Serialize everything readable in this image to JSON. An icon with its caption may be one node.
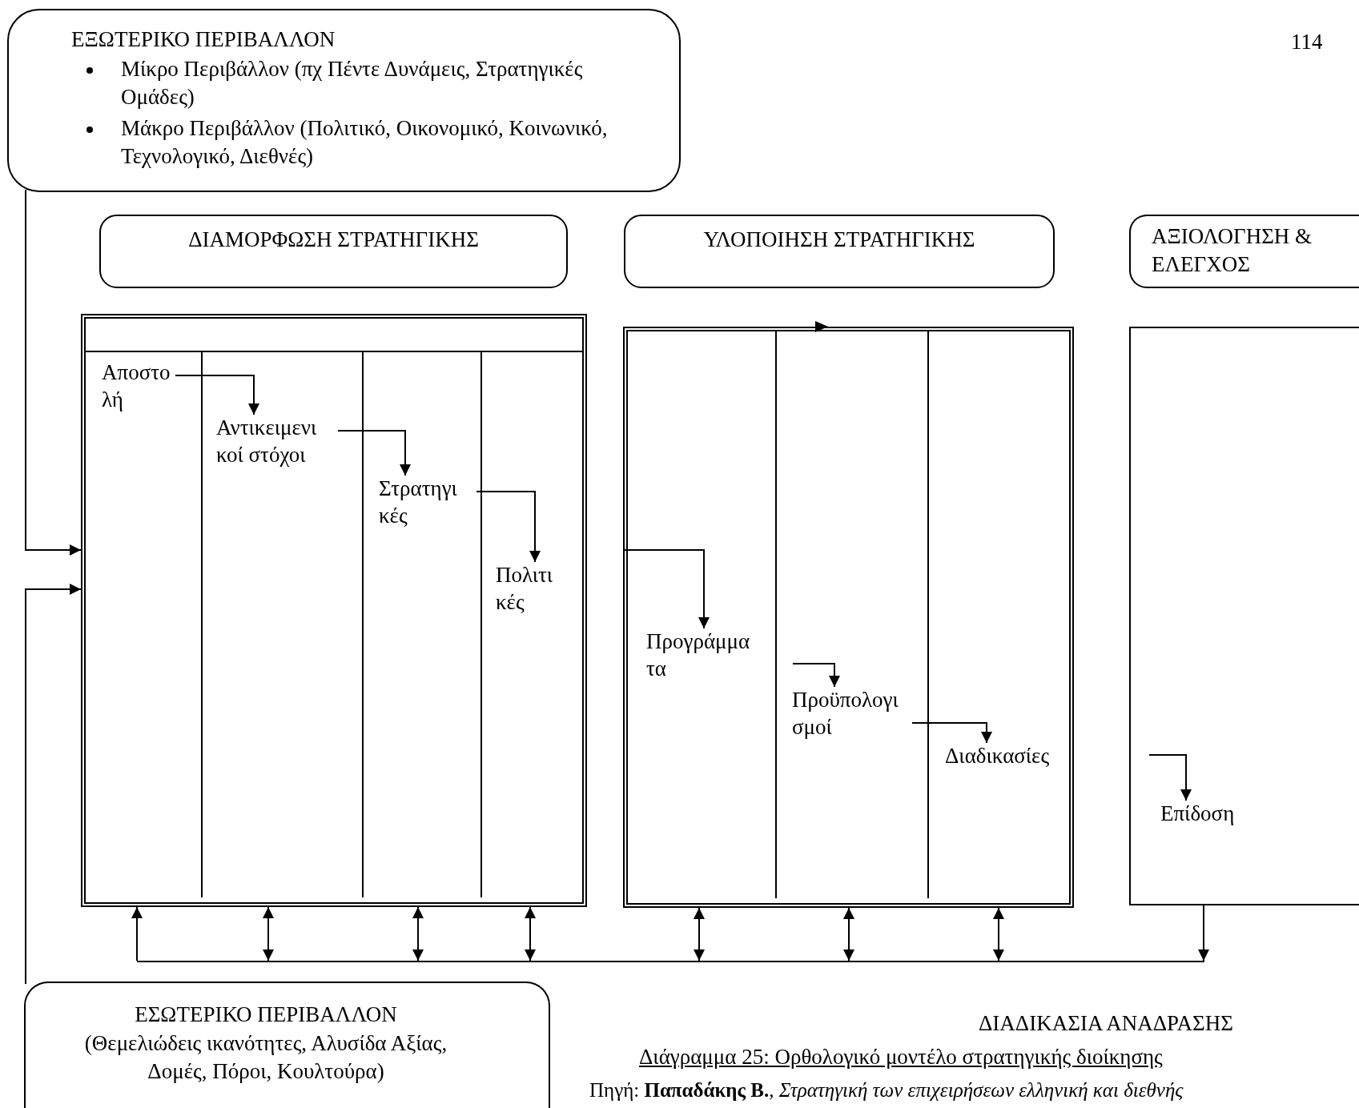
{
  "diagram": {
    "caption": "Διάγραμμα 25: Ορθολογικό μοντέλο στρατηγικής διοίκησης",
    "nodes": [
      {
        "text": [
          "ΕΞΩΤΕΡΙΚΟ ΠΕΡΙΒΑΛΛΟΝ",
          "Μίκρο Περιβάλλον (πχ Πέντε Δυνάμεις, Στρατηγικές Ομάδες)",
          "Μάκρο Περιβάλλον (Πολιτικό, Οικονομικό, Κοινωνικό, Τεχνολογικό, Διεθνές)"
        ]
      },
      {
        "text": [
          "ΔΙΑΜΟΡΦΩΣΗ ΣΤΡΑΤΗΓΙΚΗΣ"
        ]
      },
      {
        "text": [
          "ΥΛΟΠΟΙΗΣΗ ΣΤΡΑΤΗΓΙΚΗΣ"
        ]
      },
      {
        "text": [
          "ΑΞΙΟΛΟΓΗΣΗ & ΕΛΕΓΧΟΣ"
        ]
      },
      {
        "text": [],
        "shape": "box"
      },
      {
        "text": [
          "Αποστο λή"
        ],
        "in": 4
      },
      {
        "text": [
          "Αντικειμενι κοί στόχοι"
        ],
        "in": 4
      },
      {
        "text": [
          "Στρατηγι κές"
        ],
        "in": 4
      },
      {
        "text": [
          "Πολιτι κές"
        ],
        "in": 4
      },
      {
        "text": [],
        "shape": "box"
      },
      {
        "text": [
          "Προγράμμα τα"
        ],
        "in": 9
      },
      {
        "text": [
          "Προϋπολογι σμοί"
        ],
        "in": 9
      },
      {
        "text": [
          "Διαδικασίες"
        ],
        "in": 9
      },
      {
        "text": [],
        "shape": "box"
      },
      {
        "text": [
          "Επίδοση"
        ],
        "in": 13
      },
      {
        "text": [
          "ΕΣΩΤΕΡΙΚΟ ΠΕΡΙΒΑΛΛΟΝ",
          "(Θεμελιώδεις ικανότητες, Αλυσίδα Αξίας, Δομές, Πόροι, Κουλτούρα)"
        ]
      },
      {
        "text": [],
        "shape": "bar"
      }
    ],
    "edges": [
      {
        "from": 0,
        "to": 4,
        "arrow": "to"
      },
      {
        "from": 15,
        "to": 4,
        "arrow": "to"
      },
      {
        "from": 5,
        "to": 6,
        "arrow": "to"
      },
      {
        "from": 6,
        "to": 7,
        "arrow": "to"
      },
      {
        "from": 7,
        "to": 8,
        "arrow": "to"
      },
      {
        "from": null,
        "to": 10,
        "arrow": "to"
      },
      {
        "from": null,
        "to": 11,
        "arrow": "to"
      },
      {
        "from": 11,
        "to": 12,
        "arrow": "to"
      },
      {
        "from": null,
        "to": 14,
        "arrow": "to"
      },
      {
        "from": 16,
        "to": 4,
        "arrow": "to"
      },
      {
        "from": 4,
        "to": 16,
        "arrow": "both"
      },
      {
        "from": 4,
        "to": 16,
        "arrow": "both"
      },
      {
        "from": 4,
        "to": 16,
        "arrow": "both"
      },
      {
        "from": 9,
        "to": 16,
        "arrow": "both"
      },
      {
        "from": 9,
        "to": 16,
        "arrow": "both"
      },
      {
        "from": 9,
        "to": 16,
        "arrow": "both"
      },
      {
        "from": 13,
        "to": 16,
        "arrow": "to"
      }
    ],
    "labels": [
      "114",
      "ΔΙΑΔΙΚΑΣΙΑ ΑΝΑΔΡΑΣΗΣ",
      "Πηγή: **Παπαδάκης Β.**, *Στρατηγική των επιχειρήσεων ελληνική και διεθνής*"
    ]
  }
}
